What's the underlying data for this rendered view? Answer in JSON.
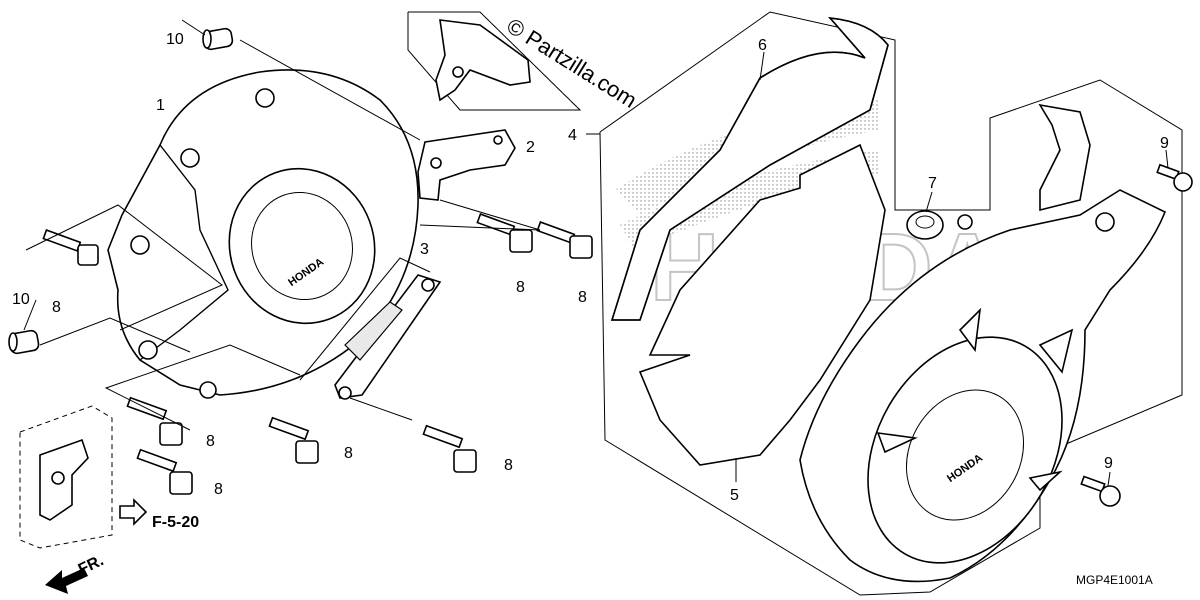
{
  "watermark": "© Partzilla.com",
  "diagram_code": "MGP4E1001A",
  "brand": "HONDA",
  "reference": {
    "label": "F-5-20"
  },
  "direction_label": "FR.",
  "callouts": {
    "c1": "1",
    "c2": "2",
    "c3": "3",
    "c4": "4",
    "c5": "5",
    "c6": "6",
    "c7": "7",
    "c9a": "9",
    "c9b": "9",
    "c10a": "10",
    "c10b": "10",
    "c8a": "8",
    "c8b": "8",
    "c8c": "8",
    "c8d": "8",
    "c8e": "8",
    "c8f": "8",
    "c8g": "8"
  }
}
